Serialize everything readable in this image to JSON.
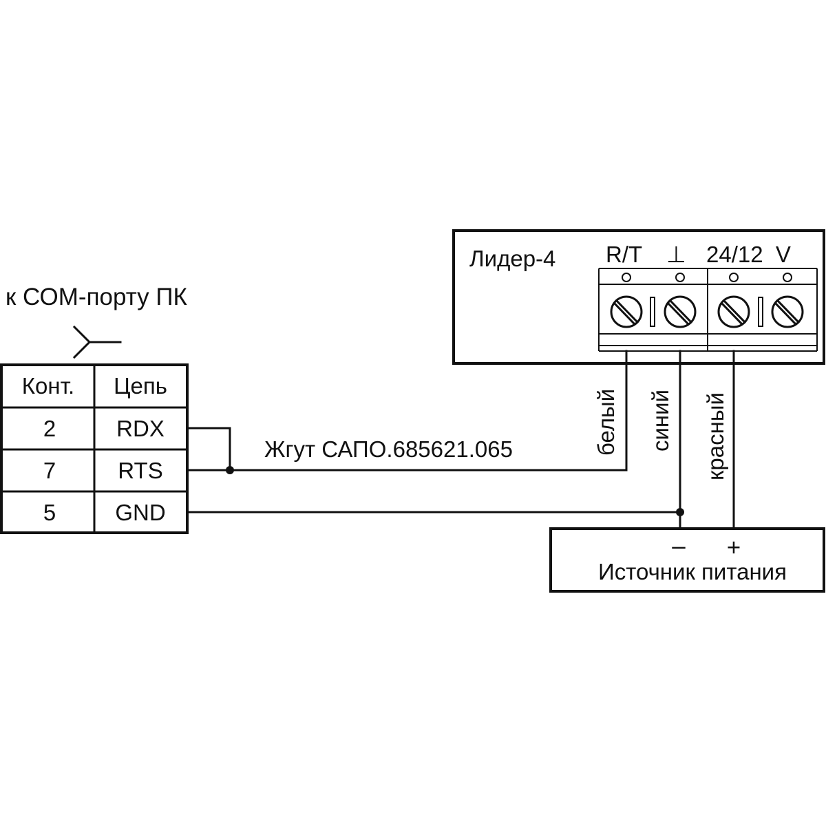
{
  "com_port_label": "к СОМ-порту ПК",
  "connector_table": {
    "headers": [
      "Конт.",
      "Цепь"
    ],
    "rows": [
      {
        "pin": "2",
        "signal": "RDX"
      },
      {
        "pin": "7",
        "signal": "RTS"
      },
      {
        "pin": "5",
        "signal": "GND"
      }
    ]
  },
  "harness_label": "Жгут САПО.685621.065",
  "device": {
    "name": "Лидер-4",
    "terminals": [
      "R/T",
      "⊥",
      "24/12  V"
    ]
  },
  "wires": [
    {
      "color_label": "белый"
    },
    {
      "color_label": "синий"
    },
    {
      "color_label": "красный"
    }
  ],
  "power_supply": {
    "name": "Источник питания",
    "minus": "–",
    "plus": "+"
  },
  "colors": {
    "line": "#111111",
    "background": "#ffffff"
  }
}
